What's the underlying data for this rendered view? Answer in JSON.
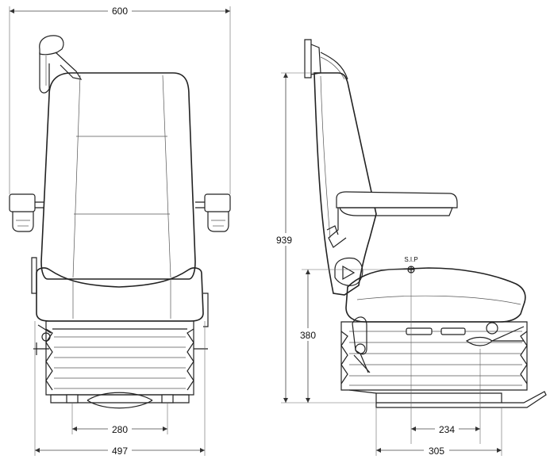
{
  "dimensions": {
    "overall_width": "600",
    "base_width": "280",
    "total_width": "497",
    "height": "939",
    "sip_height": "380",
    "depth_sip": "234",
    "base_depth": "305"
  },
  "labels": {
    "sip": "S.I.P"
  }
}
